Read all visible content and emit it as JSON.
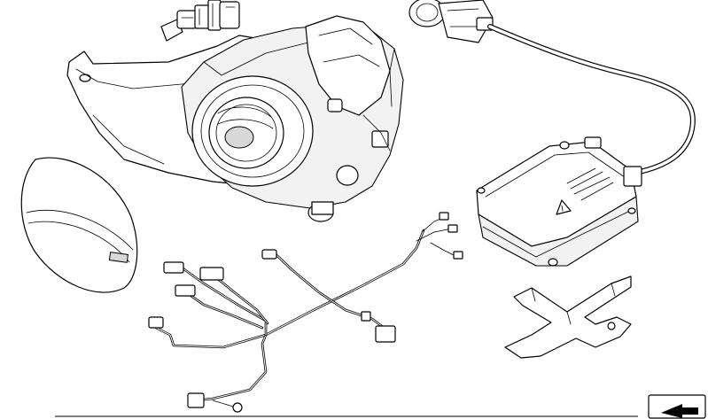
{
  "figure": {
    "background": "#ffffff",
    "line_color": "#000000",
    "parts": [
      "headlight-assembly",
      "cover-lens",
      "xenon-bulb-igniter",
      "ballast-control-unit",
      "wiring-harness",
      "mounting-bracket"
    ],
    "icons": [
      "warning-triangle-icon",
      "arrow-right-icon"
    ]
  }
}
